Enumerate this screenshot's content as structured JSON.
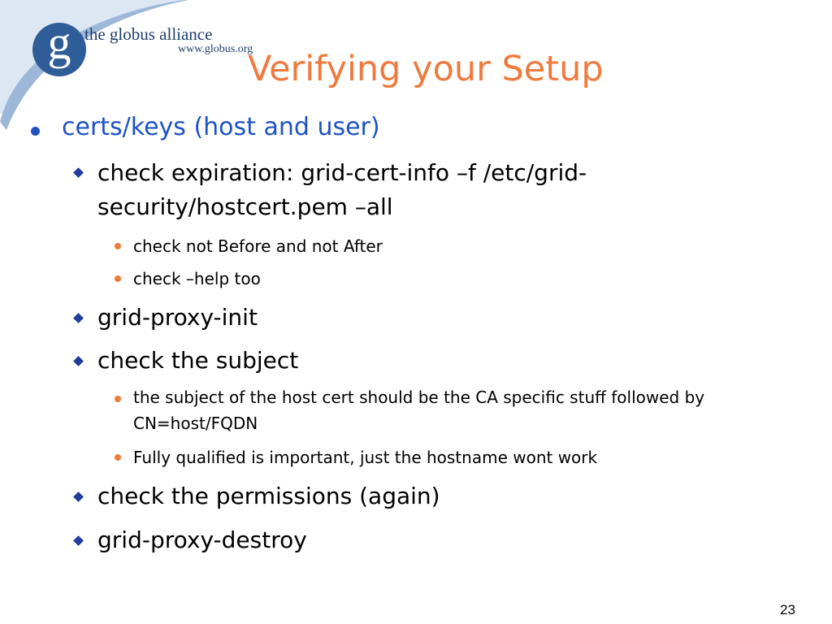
{
  "logo": {
    "letter": "g",
    "brand_name": "the globus alliance",
    "url": "www.globus.org"
  },
  "slide": {
    "title": "Verifying your Setup",
    "page_number": "23"
  },
  "bullets": {
    "b0": "certs/keys (host and user)",
    "b0_0": "check expiration: grid-cert-info –f /etc/grid-security/hostcert.pem –all",
    "b0_0_0": "check not Before and not After",
    "b0_0_1": "check –help too",
    "b0_1": "grid-proxy-init",
    "b0_2": "check the subject",
    "b0_2_0": "the subject of the host cert should be the CA specific stuff followed by CN=host/FQDN",
    "b0_2_1": "Fully qualified is important, just the hostname wont work",
    "b0_3": "check the permissions (again)",
    "b0_4": "grid-proxy-destroy"
  },
  "colors": {
    "title": "#ef7a3d",
    "level1": "#1f53c4",
    "logo_blue": "#2f5d98",
    "corner_light": "#dde7f3"
  }
}
